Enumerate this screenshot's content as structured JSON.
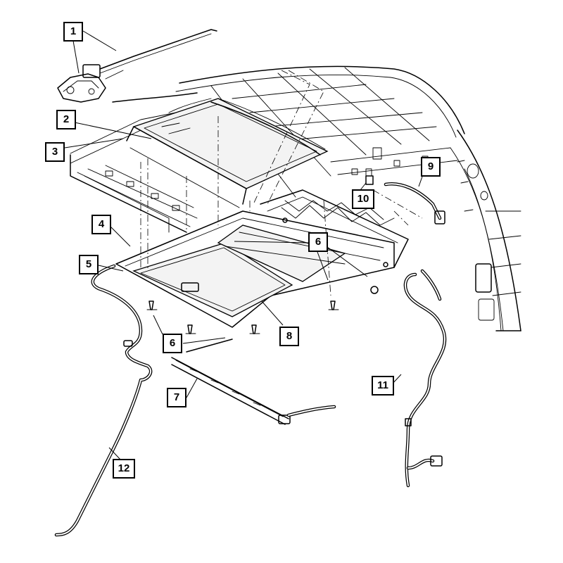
{
  "diagram": {
    "callouts": [
      {
        "id": "c1",
        "label": "1"
      },
      {
        "id": "c2",
        "label": "2"
      },
      {
        "id": "c3",
        "label": "3"
      },
      {
        "id": "c4",
        "label": "4"
      },
      {
        "id": "c5",
        "label": "5"
      },
      {
        "id": "c6a",
        "label": "6"
      },
      {
        "id": "c6b",
        "label": "6"
      },
      {
        "id": "c7",
        "label": "7"
      },
      {
        "id": "c8",
        "label": "8"
      },
      {
        "id": "c9",
        "label": "9"
      },
      {
        "id": "c10",
        "label": "10"
      },
      {
        "id": "c11",
        "label": "11"
      },
      {
        "id": "c12",
        "label": "12"
      }
    ]
  },
  "colors": {
    "line": "#000000",
    "background": "#ffffff",
    "glass": "#f3f3f3"
  }
}
